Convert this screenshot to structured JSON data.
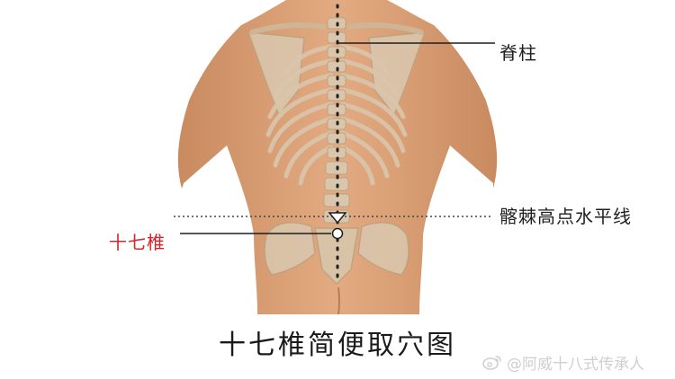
{
  "labels": {
    "spine": "脊柱",
    "iliac_line": "髂棘高点水平线",
    "point": "十七椎"
  },
  "caption": "十七椎简便取穴图",
  "watermark": "@阿威十八式传承人",
  "icons": {
    "watermark_logo": "weibo-icon"
  },
  "colors": {
    "skin": "#dca178",
    "bone": "#d9c6ac",
    "point_label": "#d8232a",
    "line": "#1e1e1e"
  }
}
